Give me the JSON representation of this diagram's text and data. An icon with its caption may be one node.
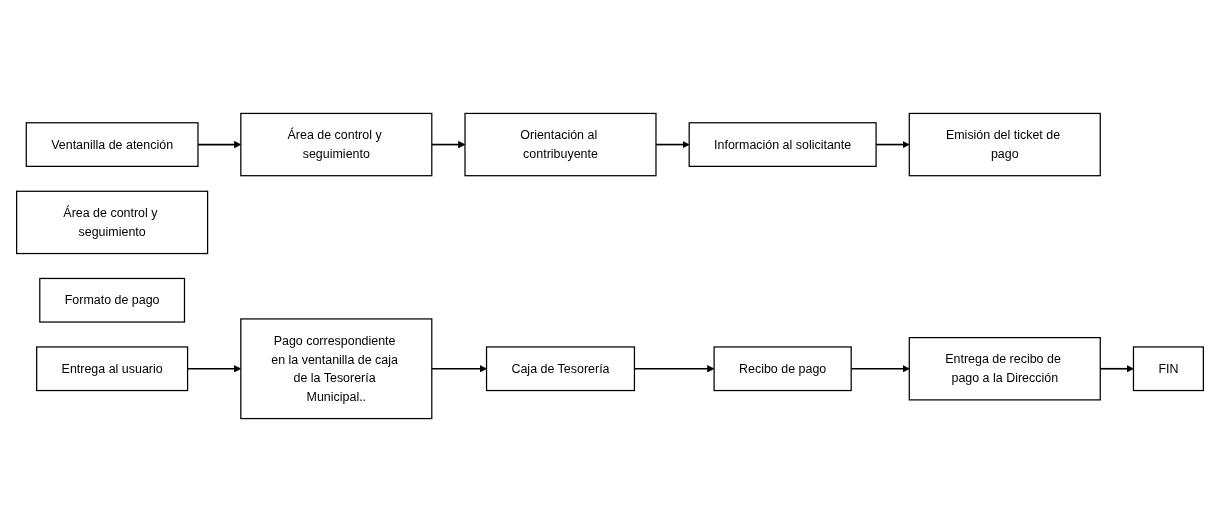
{
  "diagram": {
    "nodes": [
      {
        "text": [
          "Ventanilla de atención"
        ]
      },
      {
        "text": [
          "Área de control y seguimiento"
        ]
      },
      {
        "text": [
          "Orientación al contribuyente"
        ]
      },
      {
        "text": [
          "Información al solicitante"
        ]
      },
      {
        "text": [
          "Emisión del ticket de pago"
        ]
      },
      {
        "text": [
          "Área de control y seguimiento"
        ]
      },
      {
        "text": [
          "Formato de pago"
        ]
      },
      {
        "text": [
          "Entrega al usuario"
        ]
      },
      {
        "text": [
          "Pago correspondiente en la ventanilla de caja de la Tesorería Municipal.."
        ]
      },
      {
        "text": [
          "Caja de Tesorería"
        ]
      },
      {
        "text": [
          "Recibo de pago"
        ]
      },
      {
        "text": [
          "Entrega de recibo de pago a la Dirección"
        ]
      },
      {
        "text": [
          "FIN"
        ]
      }
    ],
    "edges": [
      {
        "from": 0,
        "to": 1,
        "arrow": "to"
      },
      {
        "from": 1,
        "to": 2,
        "arrow": "to"
      },
      {
        "from": 2,
        "to": 3,
        "arrow": "to"
      },
      {
        "from": 3,
        "to": 4,
        "arrow": "to"
      },
      {
        "from": 7,
        "to": 8,
        "arrow": "to"
      },
      {
        "from": 8,
        "to": 9,
        "arrow": "to"
      },
      {
        "from": 9,
        "to": 10,
        "arrow": "to"
      },
      {
        "from": 10,
        "to": 11,
        "arrow": "to"
      },
      {
        "from": 11,
        "to": 12,
        "arrow": "to"
      }
    ]
  }
}
